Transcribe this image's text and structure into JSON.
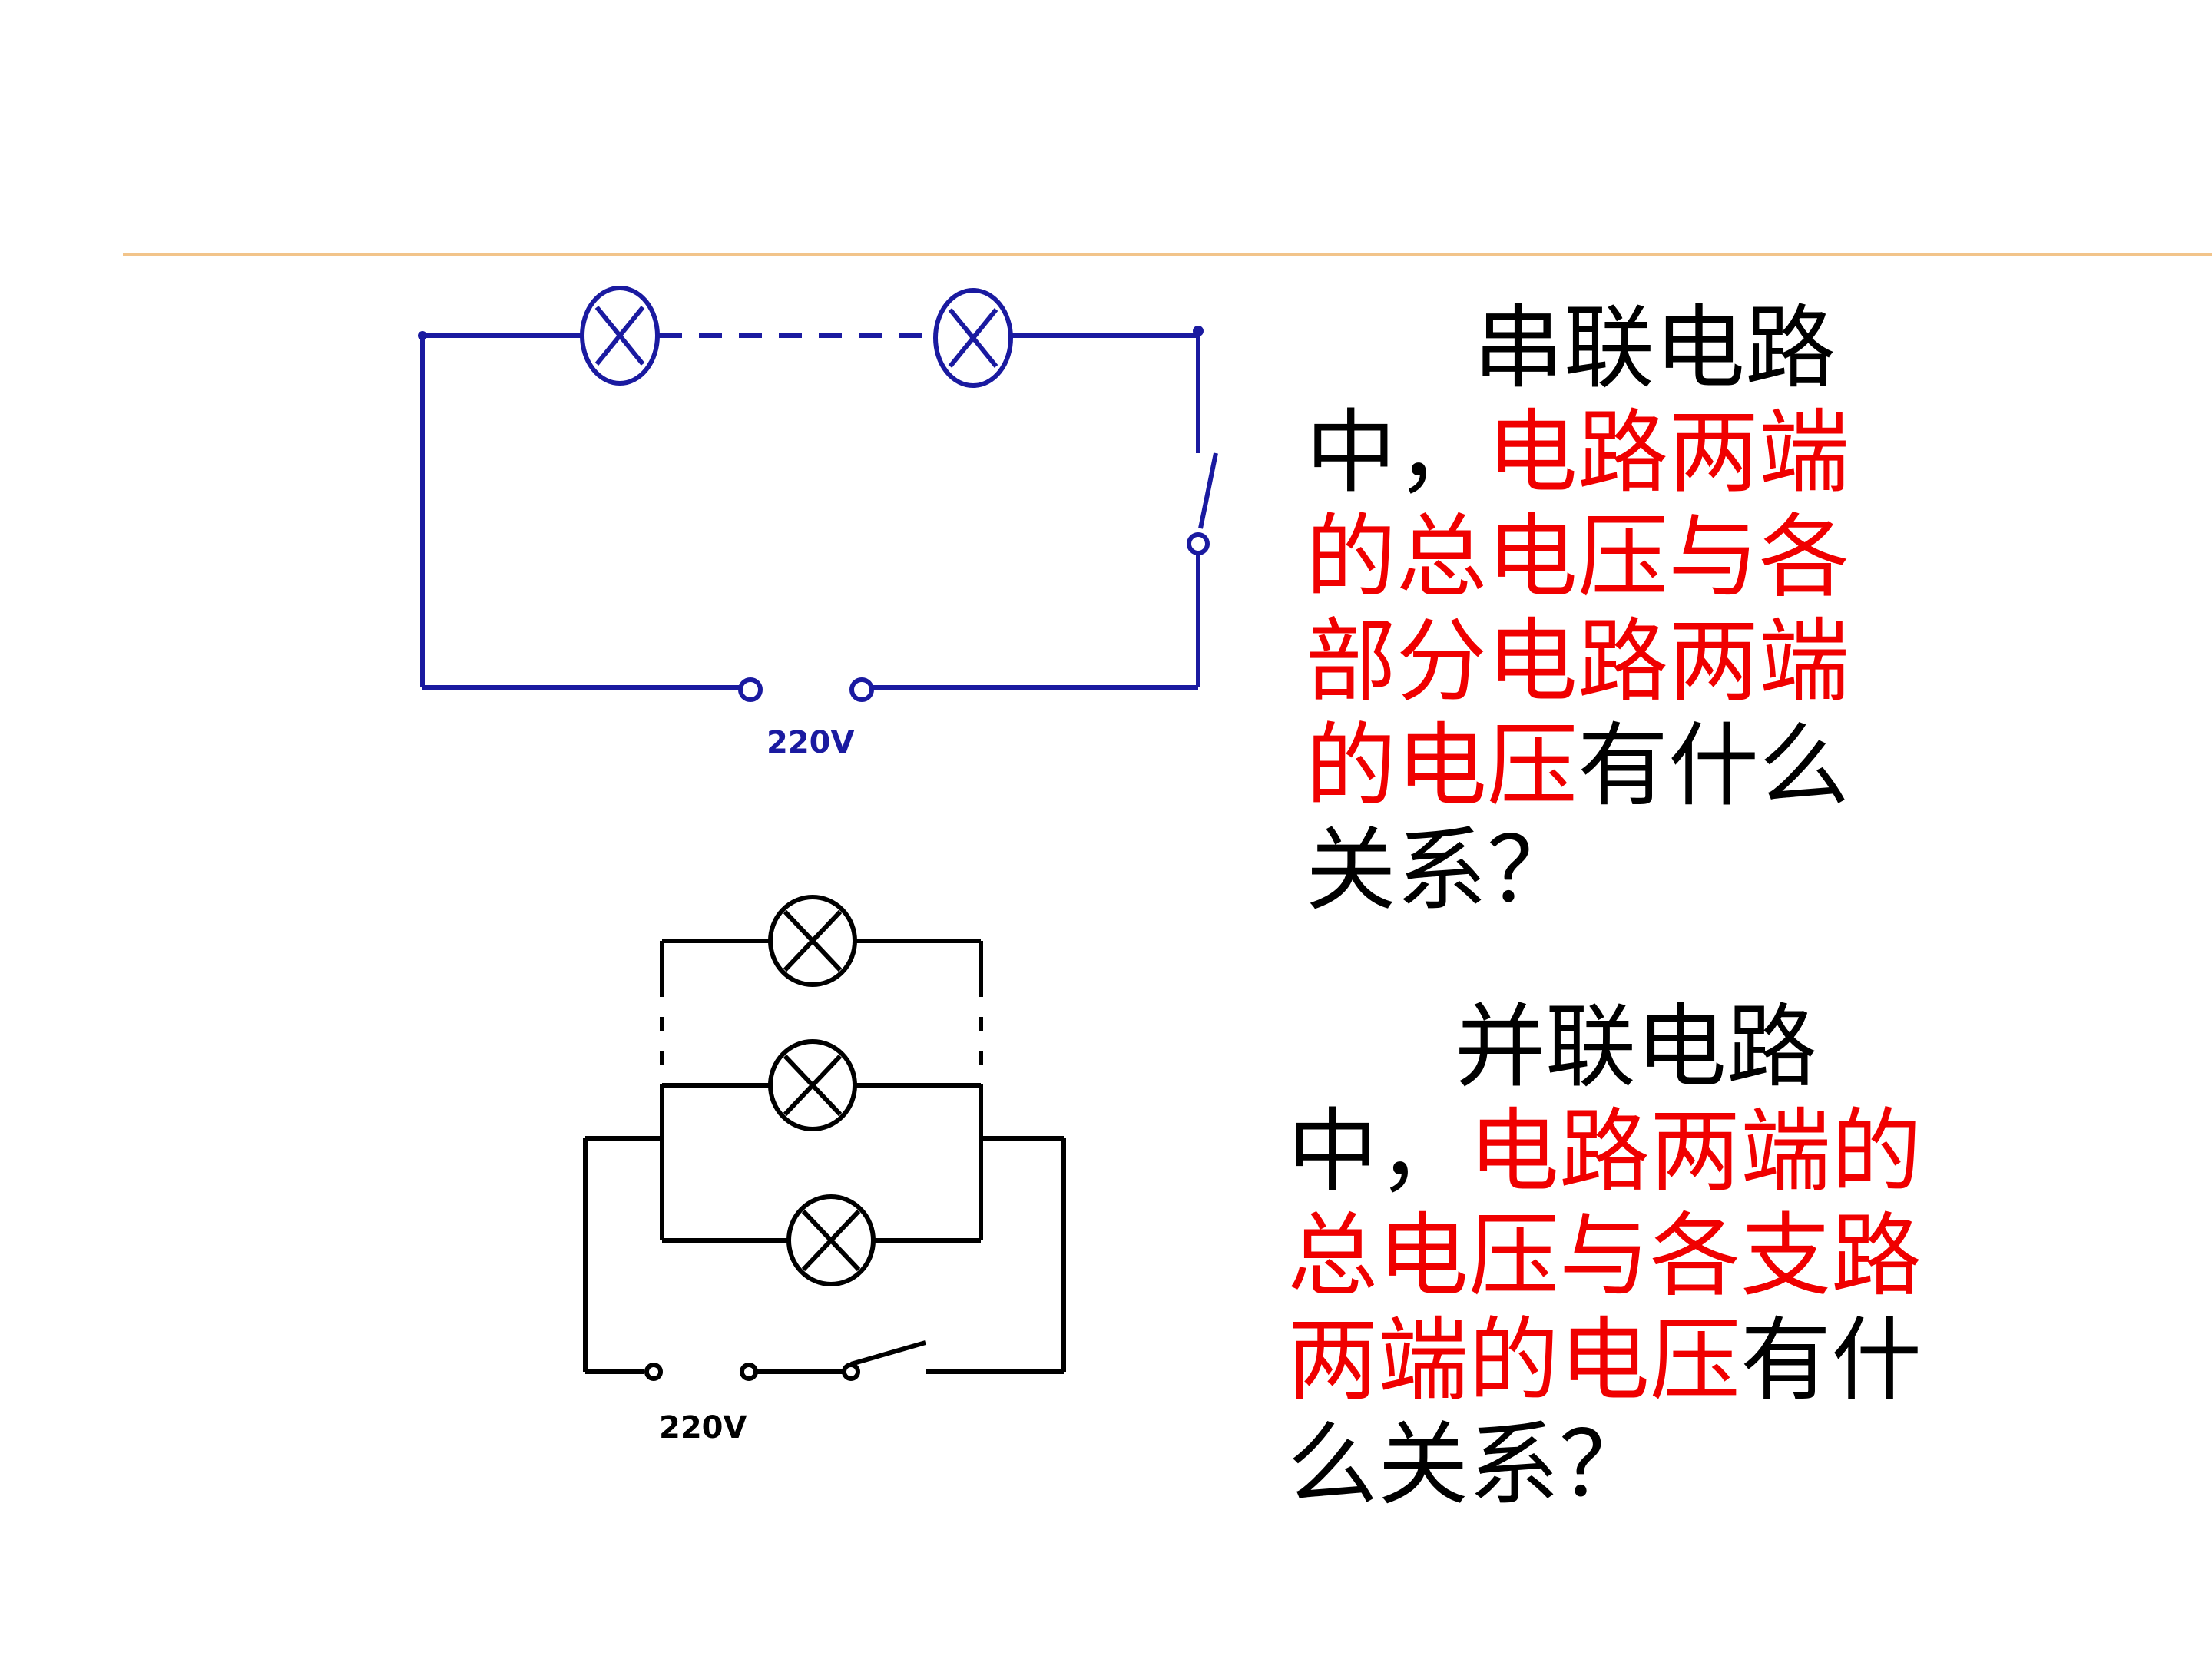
{
  "series": {
    "question": {
      "part1": "串联电路中，",
      "part2": "电路两端的总电压与各部分电路两端的电压",
      "part3": "有什么关系？"
    },
    "voltage_label": "220V",
    "wire_color": "#1a1aa0"
  },
  "parallel": {
    "question": {
      "part1": "并联电路中，",
      "part2": "电路两端的总电压与各支路两端的电压",
      "part3": "有什么关系？"
    },
    "voltage_label": "220V",
    "wire_color": "#000000"
  },
  "colors": {
    "highlight": "#f00000",
    "divider": "#f2c48a"
  }
}
